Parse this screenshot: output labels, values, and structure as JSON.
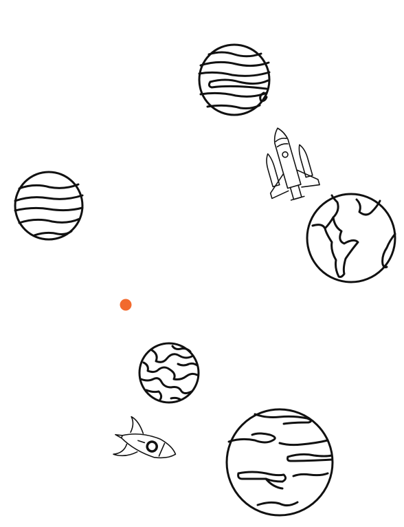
{
  "scene": {
    "background": "#ffffff",
    "accent_color": "#f26a2e",
    "objects": [
      {
        "name": "banded-planet-top",
        "icon": "striped-planet-icon"
      },
      {
        "name": "space-shuttle",
        "icon": "space-shuttle-icon"
      },
      {
        "name": "banded-planet-left",
        "icon": "striped-planet-icon"
      },
      {
        "name": "earth-planet",
        "icon": "earth-globe-icon"
      },
      {
        "name": "orange-dot",
        "icon": "dot-marker-icon"
      },
      {
        "name": "swirl-planet-small",
        "icon": "swirled-planet-icon"
      },
      {
        "name": "rocket-ship",
        "icon": "rocket-icon"
      },
      {
        "name": "banded-planet-large",
        "icon": "striped-planet-icon"
      }
    ]
  }
}
